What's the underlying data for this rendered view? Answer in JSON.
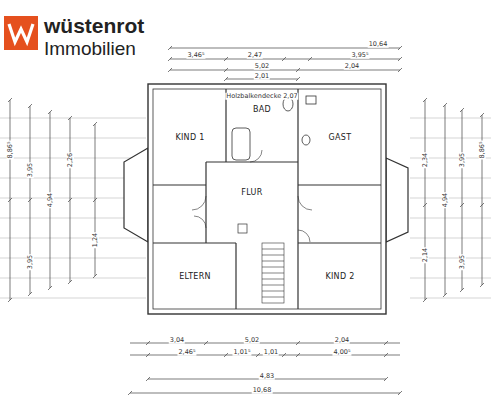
{
  "diagram": {
    "nodes": [
      {
        "text": [
          "KIND 1"
        ]
      },
      {
        "text": [
          "BAD"
        ]
      },
      {
        "text": [
          "GAST"
        ]
      },
      {
        "text": [
          "FLUR"
        ]
      },
      {
        "text": [
          "ELTERN"
        ]
      },
      {
        "text": [
          "KIND 2"
        ]
      }
    ],
    "labels": [
      "wüstenrot",
      "Immobilien",
      "10,64",
      "3,46⁵",
      "2,47",
      "3,95⁵",
      "5,02",
      "2,04",
      "2,01",
      "Holzbalkendecke 2,07",
      "3,04",
      "5,02",
      "2,04",
      "2,46⁵",
      "1,01⁵",
      "1,01",
      "4,00⁵",
      "4,83",
      "10,68",
      "8,86⁵",
      "3,95",
      "3,95",
      "4,94",
      "2,26",
      "1,24",
      "8,86⁵",
      "3,95",
      "3,95",
      "4,94",
      "2,34",
      "2,14"
    ]
  }
}
